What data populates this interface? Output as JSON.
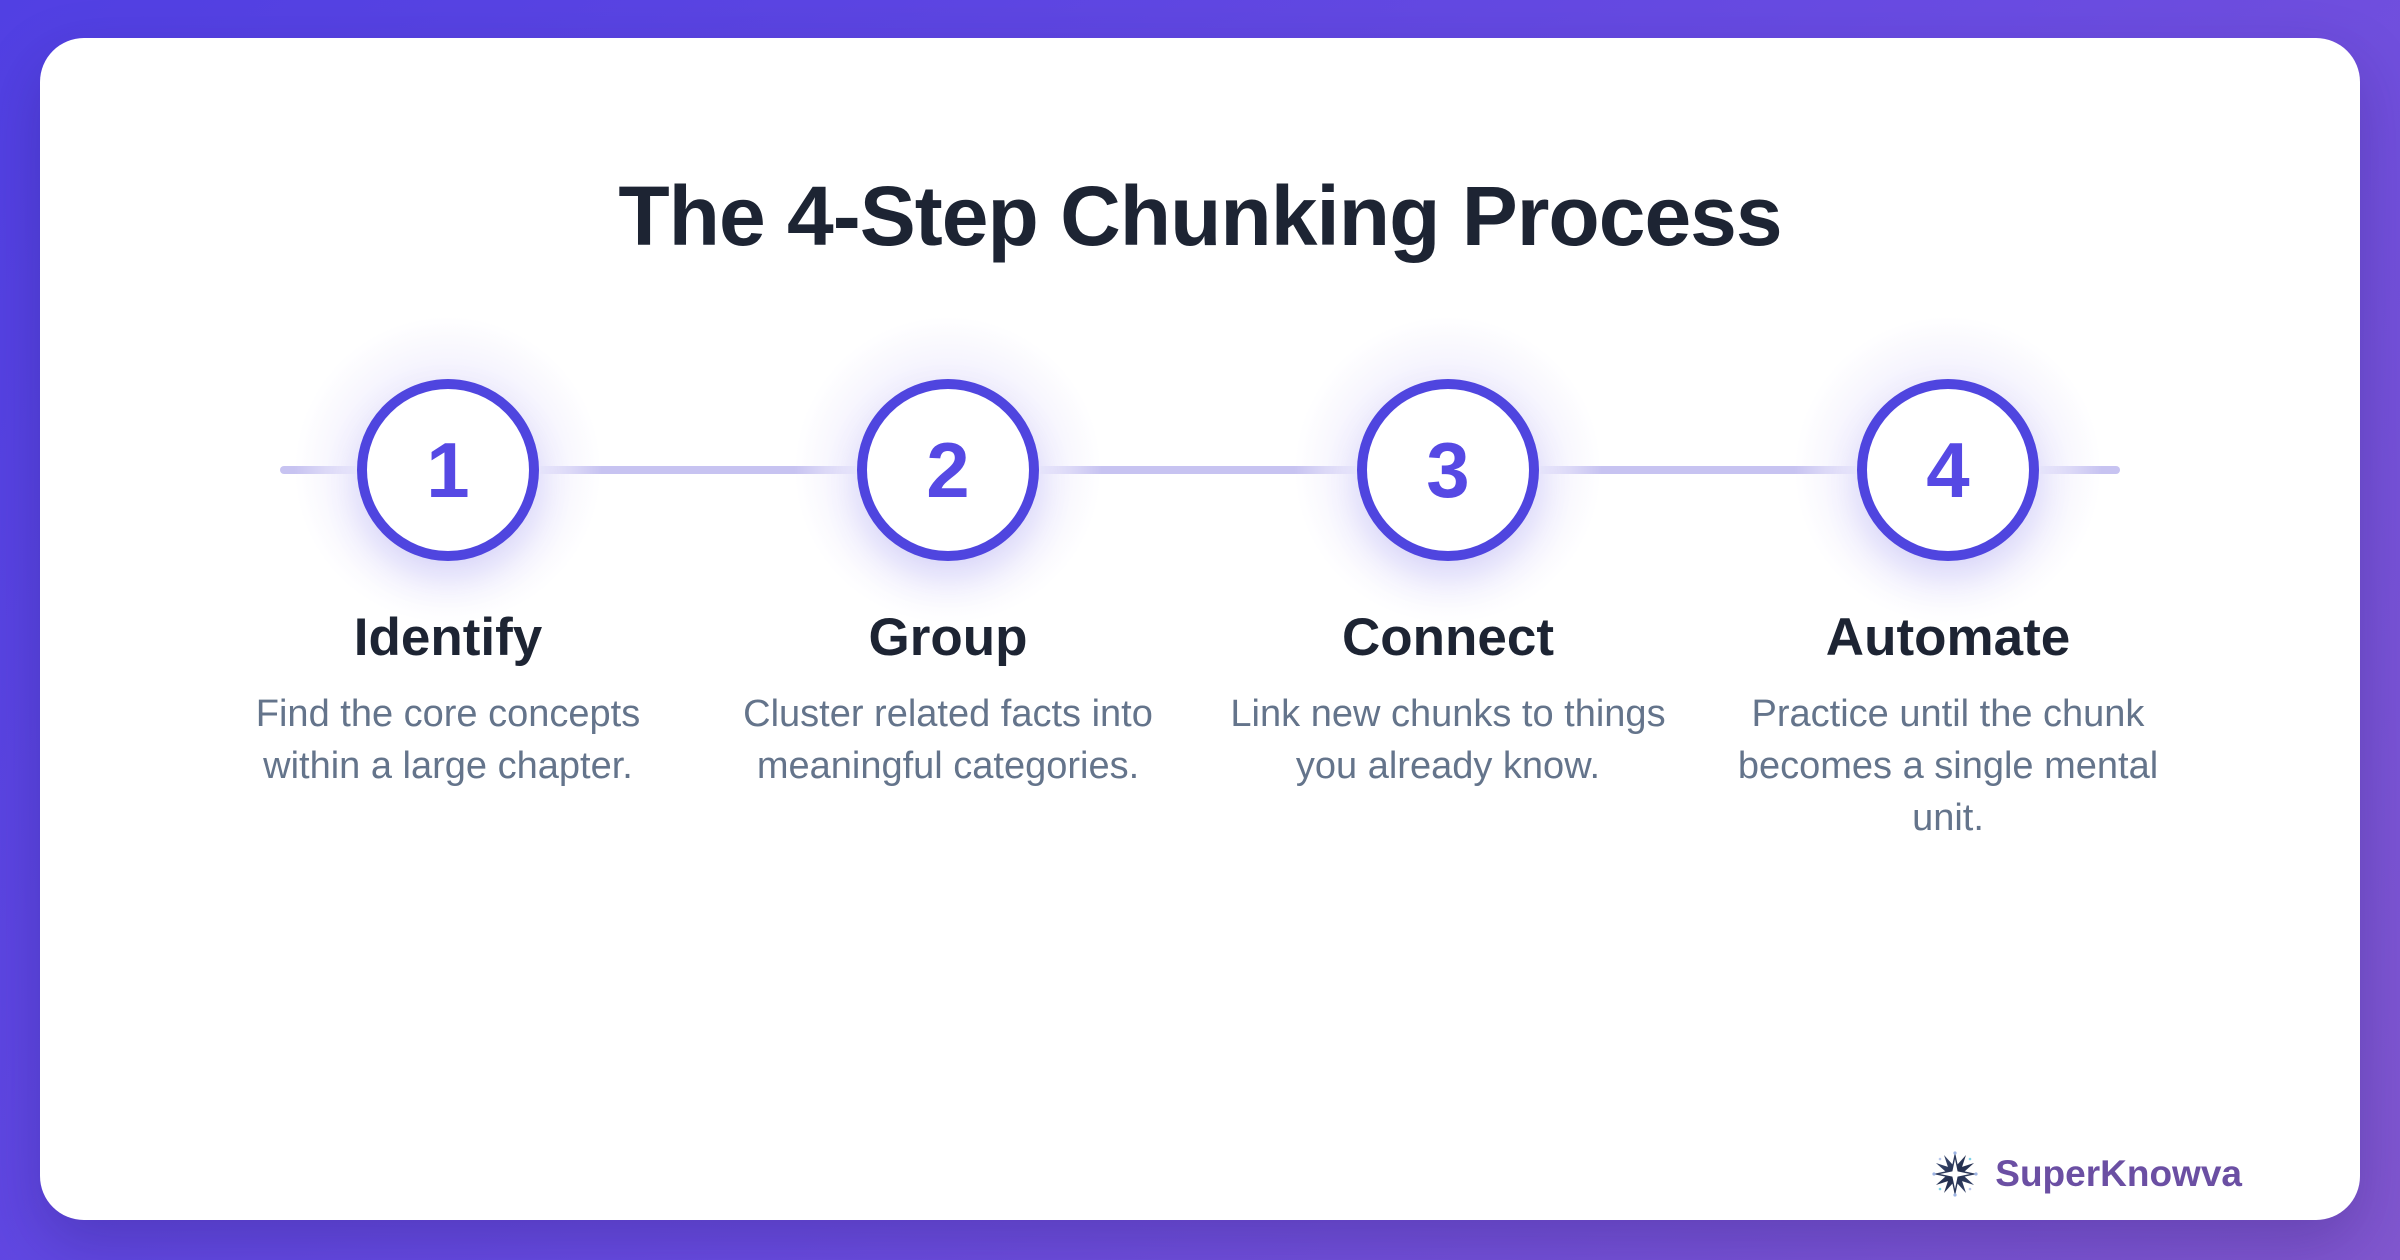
{
  "page": {
    "title": "The 4-Step Chunking Process"
  },
  "steps": [
    {
      "number": "1",
      "title": "Identify",
      "description": "Find the core concepts within a large chapter."
    },
    {
      "number": "2",
      "title": "Group",
      "description": "Cluster related facts into meaningful categories."
    },
    {
      "number": "3",
      "title": "Connect",
      "description": "Link new chunks to things you already know."
    },
    {
      "number": "4",
      "title": "Automate",
      "description": "Practice until the chunk becomes a single mental unit."
    }
  ],
  "footer": {
    "brand": "SuperKnowva",
    "logo_icon": "starburst-icon"
  },
  "colors": {
    "background_gradient_start": "#5140e3",
    "background_gradient_end": "#8157cf",
    "card_background": "#ffffff",
    "accent_circle_border": "#4f45df",
    "step_number": "#5649e4",
    "connector_line": "#c7c3f1",
    "heading_text": "#1d2433",
    "body_text": "#64748b",
    "brand_text": "#6b4fa3"
  }
}
